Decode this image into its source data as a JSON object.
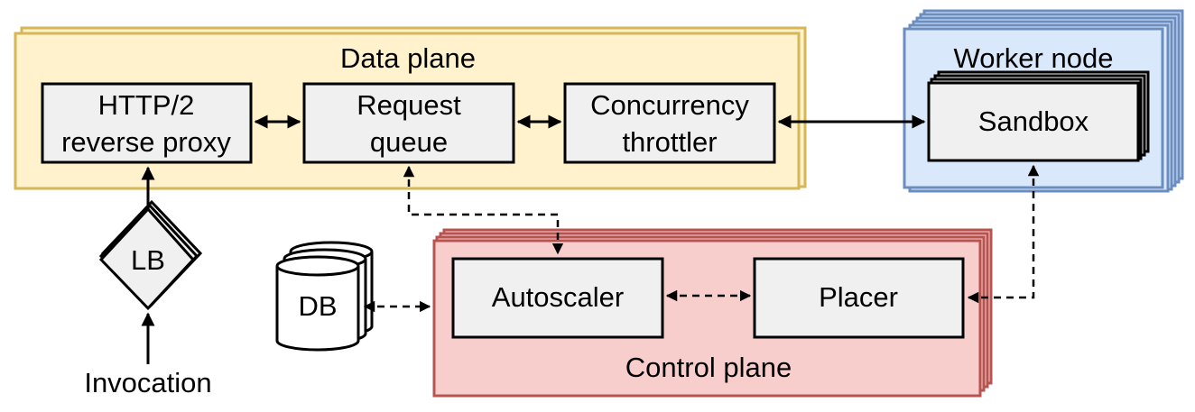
{
  "diagram": {
    "data_plane": {
      "title": "Data plane",
      "proxy": {
        "line1": "HTTP/2",
        "line2": "reverse proxy"
      },
      "queue": {
        "line1": "Request",
        "line2": "queue"
      },
      "throttler": {
        "line1": "Concurrency",
        "line2": "throttler"
      }
    },
    "worker": {
      "title": "Worker node",
      "sandbox": "Sandbox"
    },
    "control_plane": {
      "title": "Control plane",
      "autoscaler": "Autoscaler",
      "placer": "Placer"
    },
    "lb": "LB",
    "db": "DB",
    "invocation": "Invocation"
  },
  "colors": {
    "data_plane_fill": "#fff2cc",
    "data_plane_stroke": "#d6b656",
    "worker_fill": "#dae8fc",
    "worker_stroke": "#6c8ebf",
    "control_plane_fill": "#f8cecc",
    "control_plane_stroke": "#b85450",
    "component_fill": "#f0f0f0"
  }
}
